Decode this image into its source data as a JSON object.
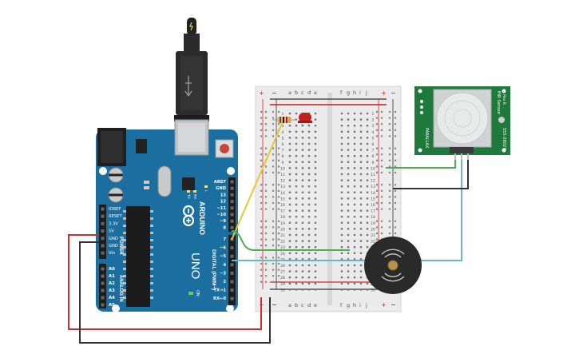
{
  "arduino": {
    "brand": "ARDUINO",
    "model": "UNO",
    "digital_label": "DIGITAL (PWM~)",
    "power_label": "POWER",
    "analog_label": "ANALOG IN",
    "on_label": "ON",
    "l_label": "L",
    "tx_label": "TX",
    "rx_label": "RX",
    "digital_pins": [
      "AREF",
      "GND",
      "13",
      "12",
      "~11",
      "~10",
      "~9",
      "8",
      "7",
      "~6",
      "~5",
      "4",
      "~3",
      "2",
      "TX→1",
      "RX←0"
    ],
    "power_pins": [
      "IOREF",
      "RESET",
      "3.3V",
      "5V",
      "GND",
      "GND",
      "Vin"
    ],
    "analog_pins": [
      "A0",
      "A1",
      "A2",
      "A3",
      "A4",
      "A5"
    ]
  },
  "breadboard": {
    "column_letters_left": [
      "a",
      "b",
      "c",
      "d",
      "e"
    ],
    "column_letters_right": [
      "f",
      "g",
      "h",
      "i",
      "j"
    ],
    "row_numbers": [
      "1",
      "2",
      "3",
      "4",
      "5",
      "6",
      "7",
      "8",
      "9",
      "10",
      "11",
      "12",
      "13",
      "14",
      "15",
      "16",
      "17",
      "18",
      "19",
      "20",
      "21",
      "22",
      "23",
      "24",
      "25",
      "26",
      "27",
      "28",
      "29",
      "30"
    ],
    "plus": "+",
    "minus": "−"
  },
  "pir": {
    "title": "PIR Sensor",
    "rev": "Rev B",
    "left_text": "PARALLAX",
    "right_text": "555-28027"
  },
  "colors": {
    "board": "#1a6fa0",
    "breadboard": "#eeeeee",
    "pir_pcb": "#1d7a3a",
    "wire_red": "#d42a2a",
    "wire_black": "#333333",
    "wire_green": "#4caf50",
    "wire_cyan": "#67b8c8",
    "wire_yellow": "#e8c833",
    "led": "#c0201c",
    "buzzer": "#2a2a2a"
  }
}
